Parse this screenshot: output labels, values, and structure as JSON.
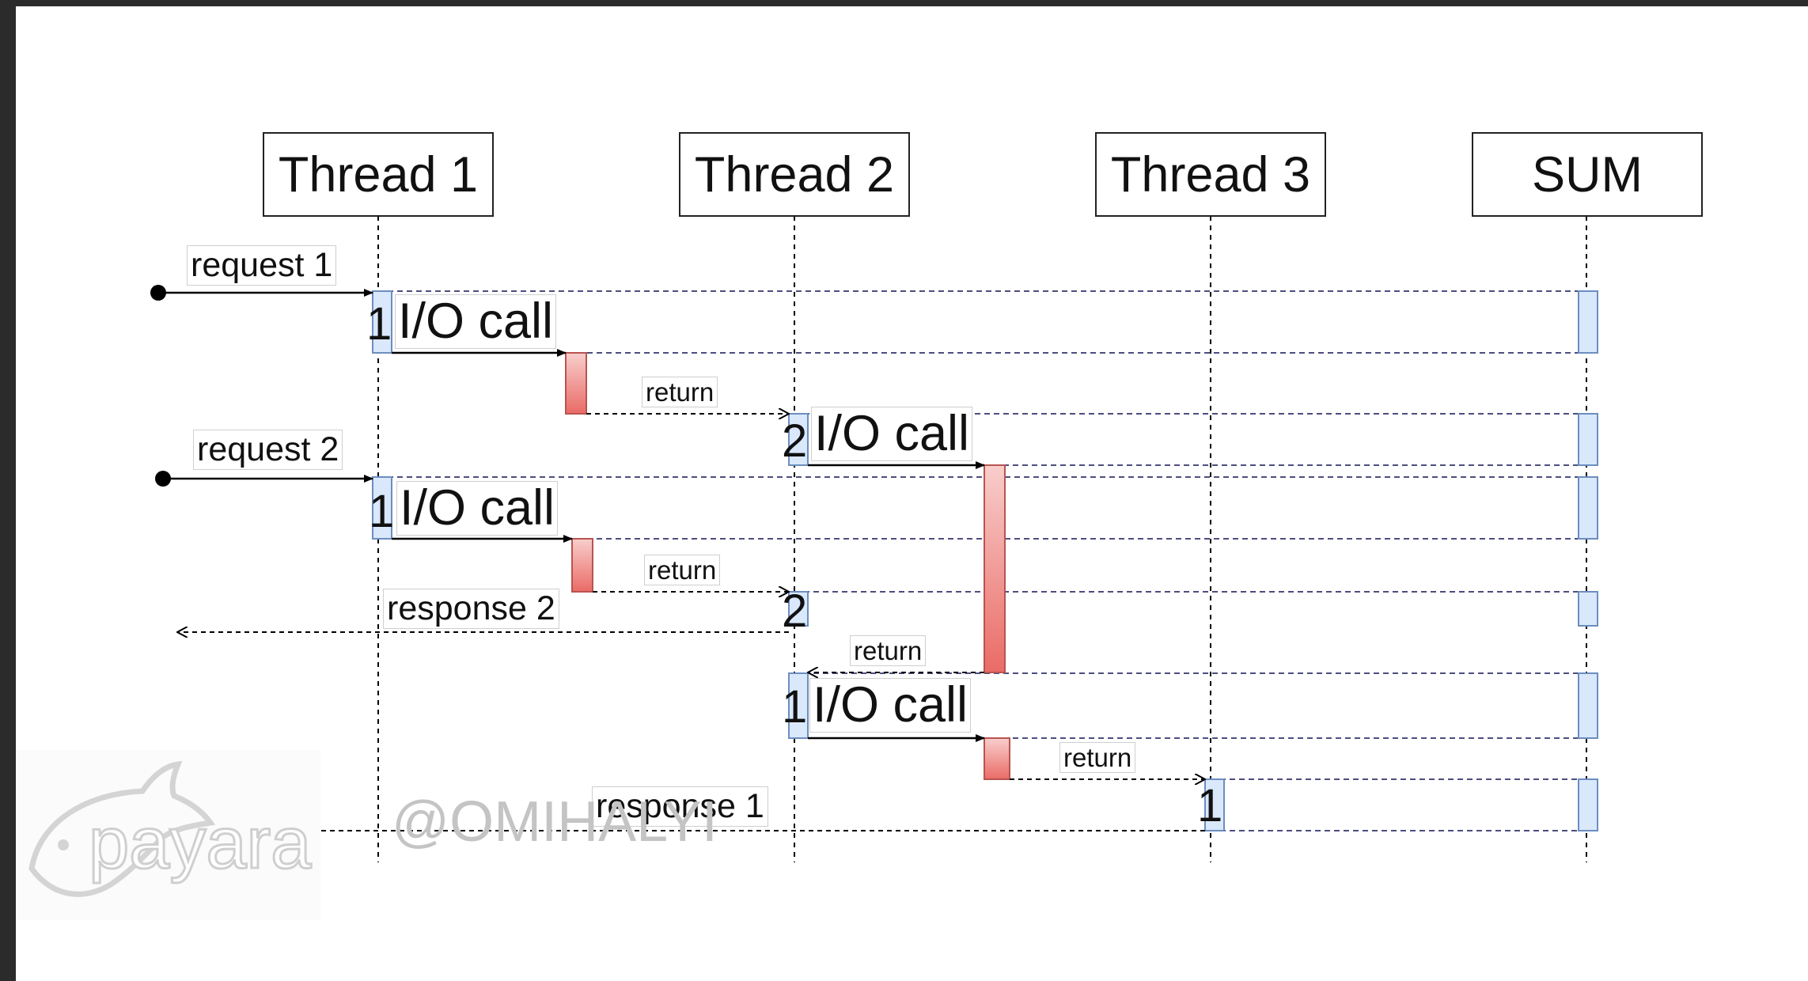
{
  "lifelines": [
    {
      "label": "Thread 1"
    },
    {
      "label": "Thread 2"
    },
    {
      "label": "Thread 3"
    },
    {
      "label": "SUM"
    }
  ],
  "messages": {
    "request_1": "request 1",
    "request_2": "request 2",
    "io_call_1": "I/O call",
    "io_call_2": "I/O call",
    "io_call_3": "I/O call",
    "io_call_4": "I/O call",
    "return_1": "return",
    "return_2": "return",
    "return_3": "return",
    "return_4": "return",
    "response_2": "response 2",
    "response_1": "response 1"
  },
  "step_numbers": {
    "n1": "1",
    "n2": "2",
    "n3": "1",
    "n4": "2",
    "n5": "1",
    "n6": "1"
  },
  "watermark": {
    "logo_text": "payara",
    "handle": "@OMIHALYI"
  },
  "colors": {
    "activation_blue": "#dae8fc",
    "activation_blue_border": "#6c8ebf",
    "activation_red_top": "#f8cecc",
    "activation_red_bottom": "#ea6b66",
    "activation_red_border": "#b85450",
    "guide_line": "#34346e"
  }
}
